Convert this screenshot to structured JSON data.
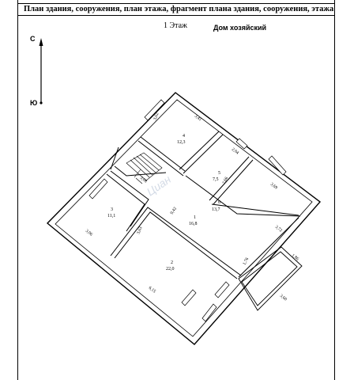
{
  "header": {
    "title": "План здания, сооружения, план этажа, фрагмент плана здания, сооружения, этажа"
  },
  "floor": {
    "label": "1 Этаж"
  },
  "house": {
    "label": "Дом хозяйский"
  },
  "compass": {
    "north": "С",
    "south": "Ю"
  },
  "rooms": [
    {
      "num": "1",
      "area": "16,8"
    },
    {
      "num": "2",
      "area": "22,0"
    },
    {
      "num": "3",
      "area": "11,1"
    },
    {
      "num": "4",
      "area": "12,3"
    },
    {
      "num": "5",
      "area": "7,5"
    },
    {
      "num": "6",
      "area": "13,7"
    }
  ],
  "dimensions": [
    "3,62",
    "3,41",
    "2,04",
    "2,66",
    "3,69",
    "3,08",
    "9,42",
    "3,63",
    "3,06",
    "6,15",
    "3,72",
    "1,86",
    "1,76",
    "3,60"
  ],
  "watermark": {
    "text": "Циан"
  }
}
